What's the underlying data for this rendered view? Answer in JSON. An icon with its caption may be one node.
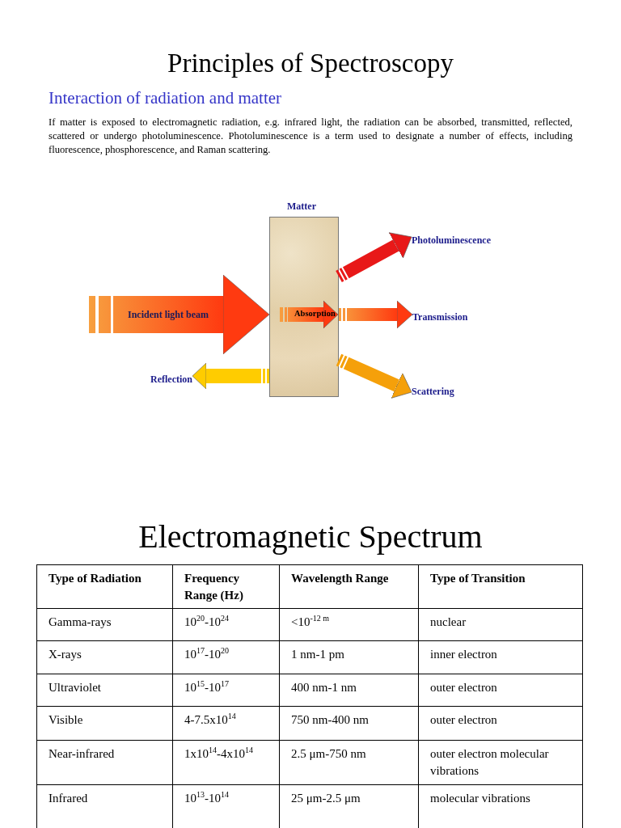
{
  "diagram": {
    "title": "Principles of Spectroscopy",
    "nodes": [
      {
        "text": [
          "Matter"
        ]
      },
      {
        "text": [
          "Photoluminescence"
        ]
      },
      {
        "text": [
          "Transmission"
        ]
      },
      {
        "text": [
          "Reflection"
        ]
      },
      {
        "text": [
          "Scattering"
        ]
      }
    ],
    "edges": [
      {
        "from": null,
        "to": 0,
        "arrow": "to",
        "label": "Incident light beam"
      },
      {
        "from": null,
        "to": 0,
        "arrow": "to",
        "label": "Absorption"
      },
      {
        "from": 0,
        "to": 1,
        "arrow": "to",
        "color": "#e81818"
      },
      {
        "from": 0,
        "to": 2,
        "arrow": "to"
      },
      {
        "from": 0,
        "to": 3,
        "arrow": "to",
        "color": "#ffcc00"
      },
      {
        "from": 0,
        "to": 4,
        "arrow": "to",
        "color": "#f5a00a"
      }
    ],
    "labels": [
      "Interaction of radiation and matter",
      "If matter is exposed to electromagnetic radiation, e.g. infrared light, the radiation can be absorbed, transmitted, reflected, scattered or undergo photoluminescence. Photoluminescence is a term used to designate a number of effects, including fluorescence, phosphorescence, and Raman scattering.",
      "Electromagnetic Spectrum",
      "Type of Radiation",
      "Frequency Range (Hz)",
      "Wavelength Range",
      "Type of Transition",
      "Gamma-rays",
      "10$^{20}$-10$^{24}$",
      "<10$^{-12 m}$",
      "nuclear",
      "X-rays",
      "10$^{17}$-10$^{20}$",
      "1 nm-1 pm",
      "inner electron",
      "Ultraviolet",
      "10$^{15}$-10$^{17}$",
      "400 nm-1 nm",
      "outer electron",
      "Visible",
      "4-7.5x10$^{14}$",
      "750 nm-400 nm",
      "outer electron",
      "Near-infrared",
      "1x10$^{14}$-4x10$^{14}$",
      "2.5 μm-750 nm",
      "outer electron molecular vibrations",
      "Infrared",
      "10$^{13}$-10$^{14}$",
      "25 μm-2.5 μm",
      "molecular vibrations"
    ]
  }
}
